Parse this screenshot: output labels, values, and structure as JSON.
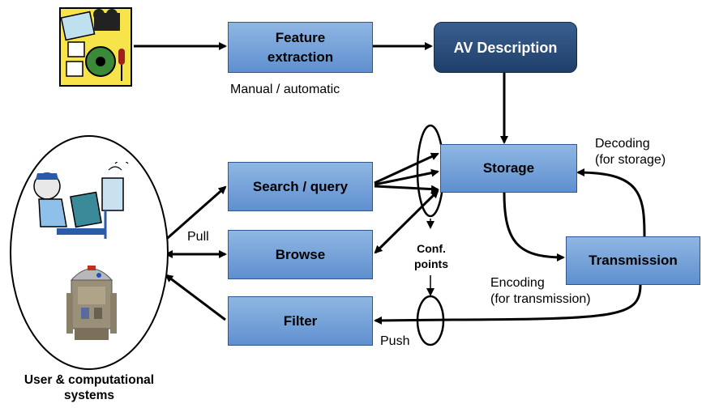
{
  "boxes": {
    "feature_extraction": "Feature extraction",
    "av_description": "AV Description",
    "storage": "Storage",
    "search_query": "Search / query",
    "browse": "Browse",
    "filter": "Filter",
    "transmission": "Transmission"
  },
  "labels": {
    "manual_automatic": "Manual / automatic",
    "decoding": "Decoding (for storage)",
    "decoding_line1": "Decoding",
    "decoding_line2": "(for storage)",
    "encoding": "Encoding (for transmission)",
    "encoding_line1": "Encoding",
    "encoding_line2": "(for transmission)",
    "pull": "Pull",
    "push": "Push",
    "conf_points": "Conf. points",
    "conf_line1": "Conf.",
    "conf_line2": "points",
    "users": "User & computational systems",
    "users_line1": "User & computational",
    "users_line2": "systems"
  },
  "icons": {
    "media": "multimedia-clipart-icon",
    "user": "computer-user-clipart-icon",
    "robot": "robot-clipart-icon"
  },
  "colors": {
    "box_fill": "#7ba7dc",
    "box_border": "#2f5592",
    "dark_box_fill": "#2a4d7c",
    "media_yellow": "#f7e34a"
  }
}
